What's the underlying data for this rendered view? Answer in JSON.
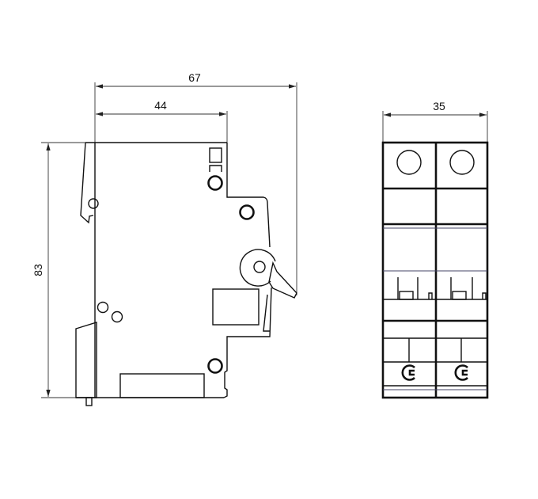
{
  "side_view": {
    "dim_total_depth": "67",
    "dim_front_depth": "44",
    "dim_height": "83"
  },
  "front_view": {
    "dim_width": "35",
    "poles": 2
  }
}
